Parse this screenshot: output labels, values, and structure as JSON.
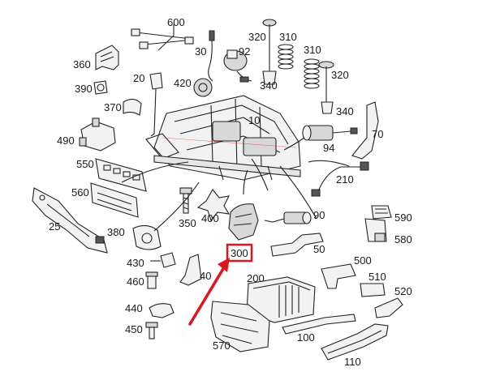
{
  "diagram": {
    "highlight_color": "#e0141e",
    "highlighted_part": "300",
    "labels": {
      "l600": "600",
      "l30": "30",
      "l320a": "320",
      "l310a": "310",
      "l360": "360",
      "l92": "92",
      "l310b": "310",
      "l20": "20",
      "l420": "420",
      "l340a": "340",
      "l320b": "320",
      "l390": "390",
      "l370": "370",
      "l340b": "340",
      "l10": "10",
      "l70": "70",
      "l490": "490",
      "l94": "94",
      "l550": "550",
      "l210": "210",
      "l560": "560",
      "l350": "350",
      "l400": "400",
      "l90": "90",
      "l590": "590",
      "l25": "25",
      "l380": "380",
      "l580": "580",
      "l50": "50",
      "l300": "300",
      "l430": "430",
      "l500": "500",
      "l40": "40",
      "l460": "460",
      "l200": "200",
      "l510": "510",
      "l520": "520",
      "l440": "440",
      "l450": "450",
      "l570": "570",
      "l100": "100",
      "l110": "110"
    }
  }
}
